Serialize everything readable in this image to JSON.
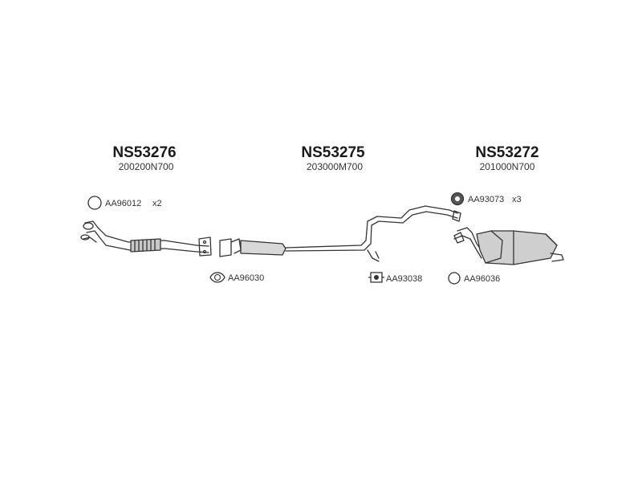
{
  "sections": [
    {
      "part_number": "NS53276",
      "oe_number": "200200N700"
    },
    {
      "part_number": "NS53275",
      "oe_number": "203000M700"
    },
    {
      "part_number": "NS53272",
      "oe_number": "201000N700"
    }
  ],
  "accessories": [
    {
      "code": "AA96012",
      "qty": "x2",
      "icon": "ring-gasket-icon"
    },
    {
      "code": "AA96030",
      "qty": "",
      "icon": "flange-gasket-icon"
    },
    {
      "code": "AA93038",
      "qty": "",
      "icon": "rubber-hanger-icon"
    },
    {
      "code": "AA93073",
      "qty": "x3",
      "icon": "rubber-mount-icon"
    },
    {
      "code": "AA96036",
      "qty": "",
      "icon": "ring-gasket-icon"
    }
  ]
}
